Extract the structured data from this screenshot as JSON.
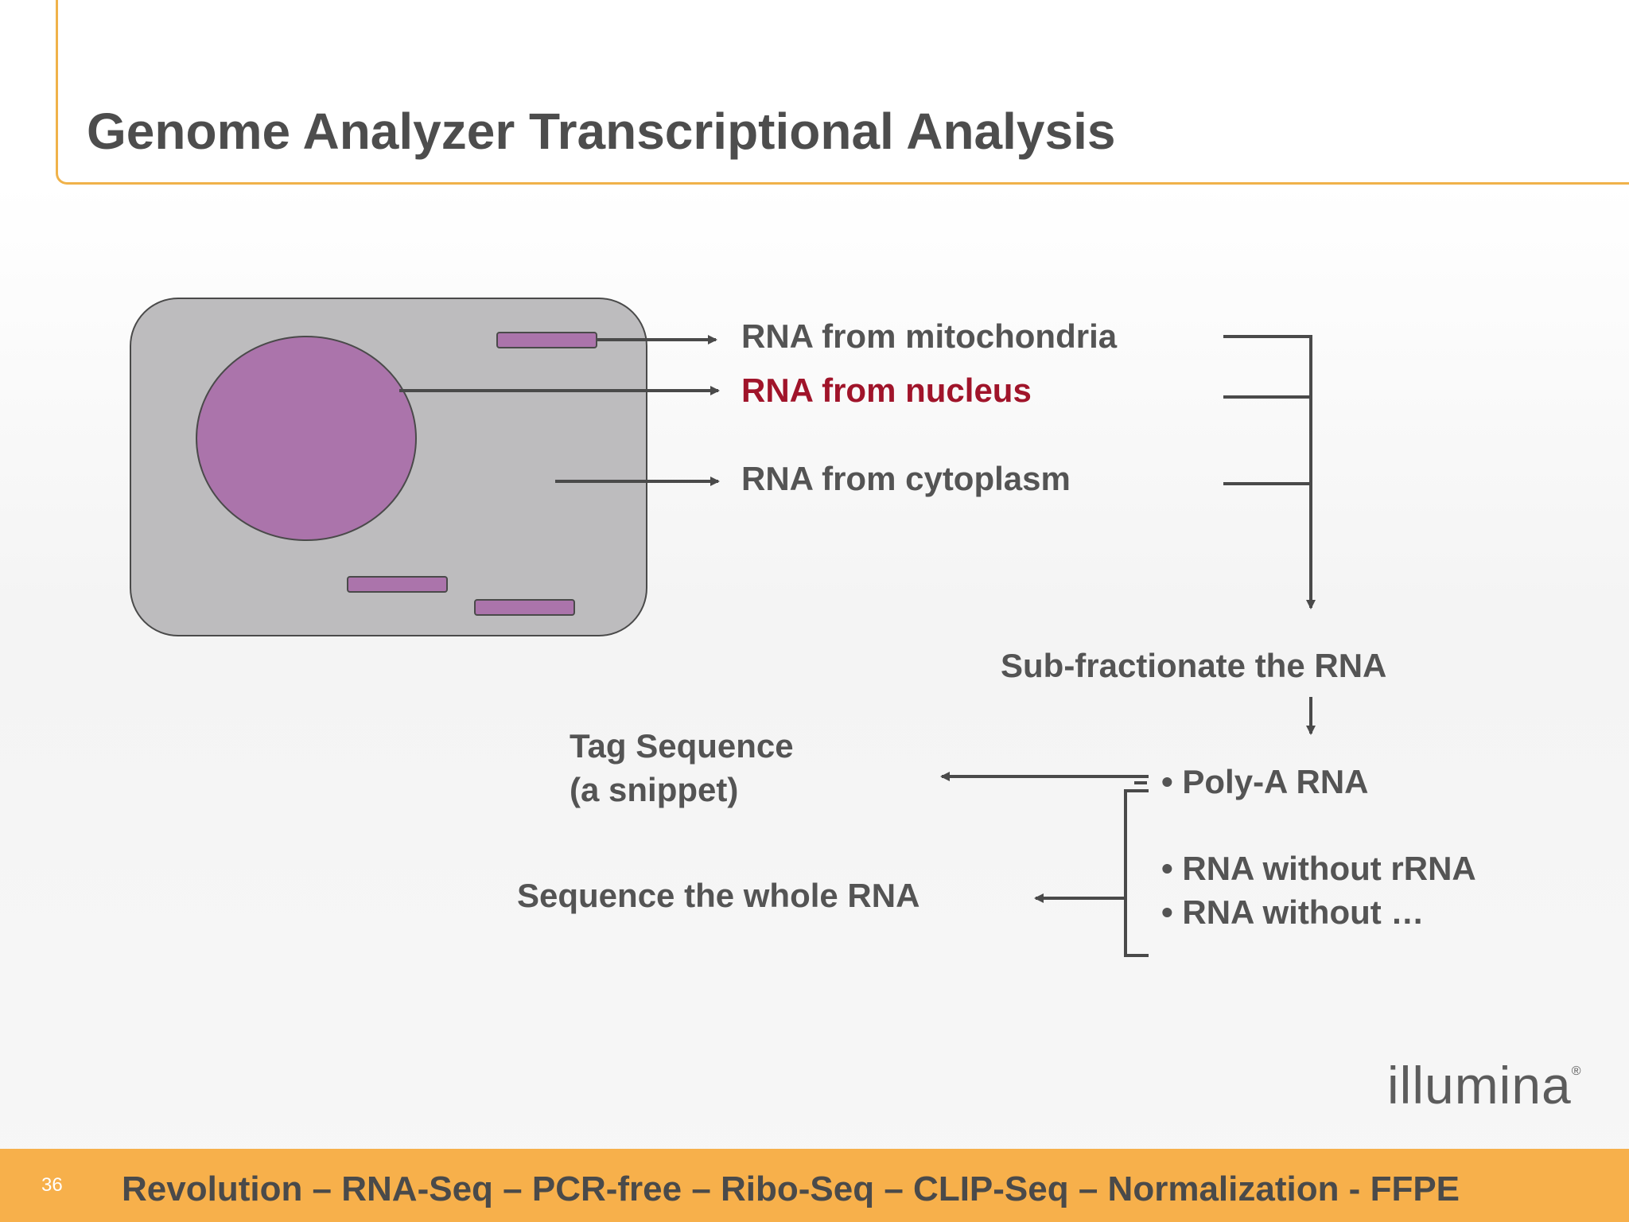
{
  "title": "Genome Analyzer Transcriptional Analysis",
  "labels": {
    "mitochondria": "RNA from mitochondria",
    "nucleus": "RNA from nucleus",
    "cytoplasm": "RNA from cytoplasm",
    "subfractionate": "Sub-fractionate the RNA",
    "tag_sequence_line1": "Tag Sequence",
    "tag_sequence_line2": "(a snippet)",
    "poly_a": "• Poly-A RNA",
    "without_rrna": "• RNA without rRNA",
    "without_other": "• RNA without …",
    "whole_rna": "Sequence the whole RNA"
  },
  "colors": {
    "accent": "#f0b24a",
    "footer": "#f7b04b",
    "cell": "#bdbcbe",
    "organelle": "#ab74ab",
    "highlight": "#a0142a",
    "text": "#545454"
  },
  "logo": {
    "text": "illumina",
    "registered": "®"
  },
  "footer": {
    "page_number": "36",
    "text": "Revolution – RNA-Seq – PCR-free – Ribo-Seq – CLIP-Seq – Normalization - FFPE"
  }
}
